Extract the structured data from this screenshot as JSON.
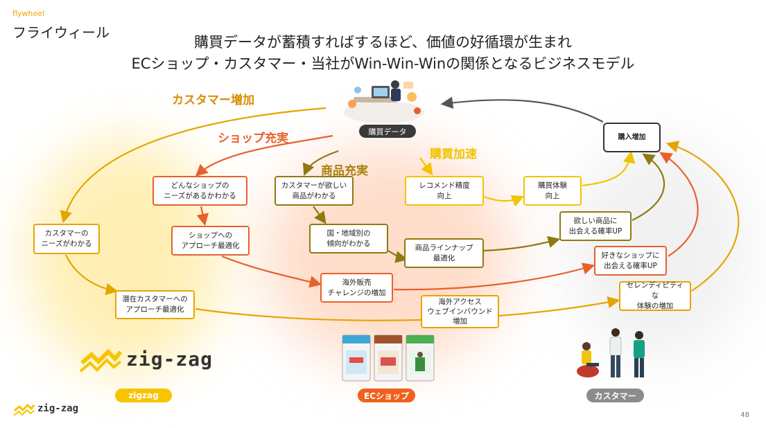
{
  "header": {
    "kicker": "flywheel",
    "title": "フライウィール",
    "headline_line1": "購買データが蓄積すればするほど、価値の好循環が生まれ",
    "headline_line2": "ECショップ・カスタマー・当社がWin-Win-Winの関係となるビジネスモデル"
  },
  "cycle_labels": {
    "customer_increase": "カスタマー増加",
    "shop_enhance": "ショップ充実",
    "product_enhance": "商品充実",
    "purchase_accel": "購買加速"
  },
  "hub_label": "購買データ",
  "nodes": {
    "customer_needs": "カスタマーの\nニーズがわかる",
    "latent_approach": "潜在カスタマーへの\nアプローチ最適化",
    "shop_needs": "どんなショップの\nニーズがあるかわかる",
    "shop_approach": "ショップへの\nアプローチ最適化",
    "overseas_challenge": "海外販売\nチャレンジの増加",
    "wanted_products": "カスタマーが欲しい\n商品がわかる",
    "region_trends": "国・地域別の\n傾向がわかる",
    "lineup_opt": "商品ラインナップ\n最適化",
    "inbound": "海外アクセス\nウェブインバウンド\n増加",
    "recommend": "レコメンド精度\n向上",
    "experience": "購買体験\n向上",
    "meet_products": "欲しい商品に\n出会える確率UP",
    "meet_shops": "好きなショップに\n出会える確率UP",
    "serendipity": "セレンディピティな\n体験の増加",
    "purchase_increase": "購入増加"
  },
  "brand": {
    "name": "zig-zag",
    "small_name": "zig-zag"
  },
  "pills": {
    "zigzag": "zigzag",
    "ec": "ECショップ",
    "customer": "カスタマー"
  },
  "page_number": "48",
  "colors": {
    "yellow": "#e6a400",
    "orange": "#e8602c",
    "olive": "#8e7a10",
    "gold": "#f0c400",
    "dark": "#333333"
  }
}
